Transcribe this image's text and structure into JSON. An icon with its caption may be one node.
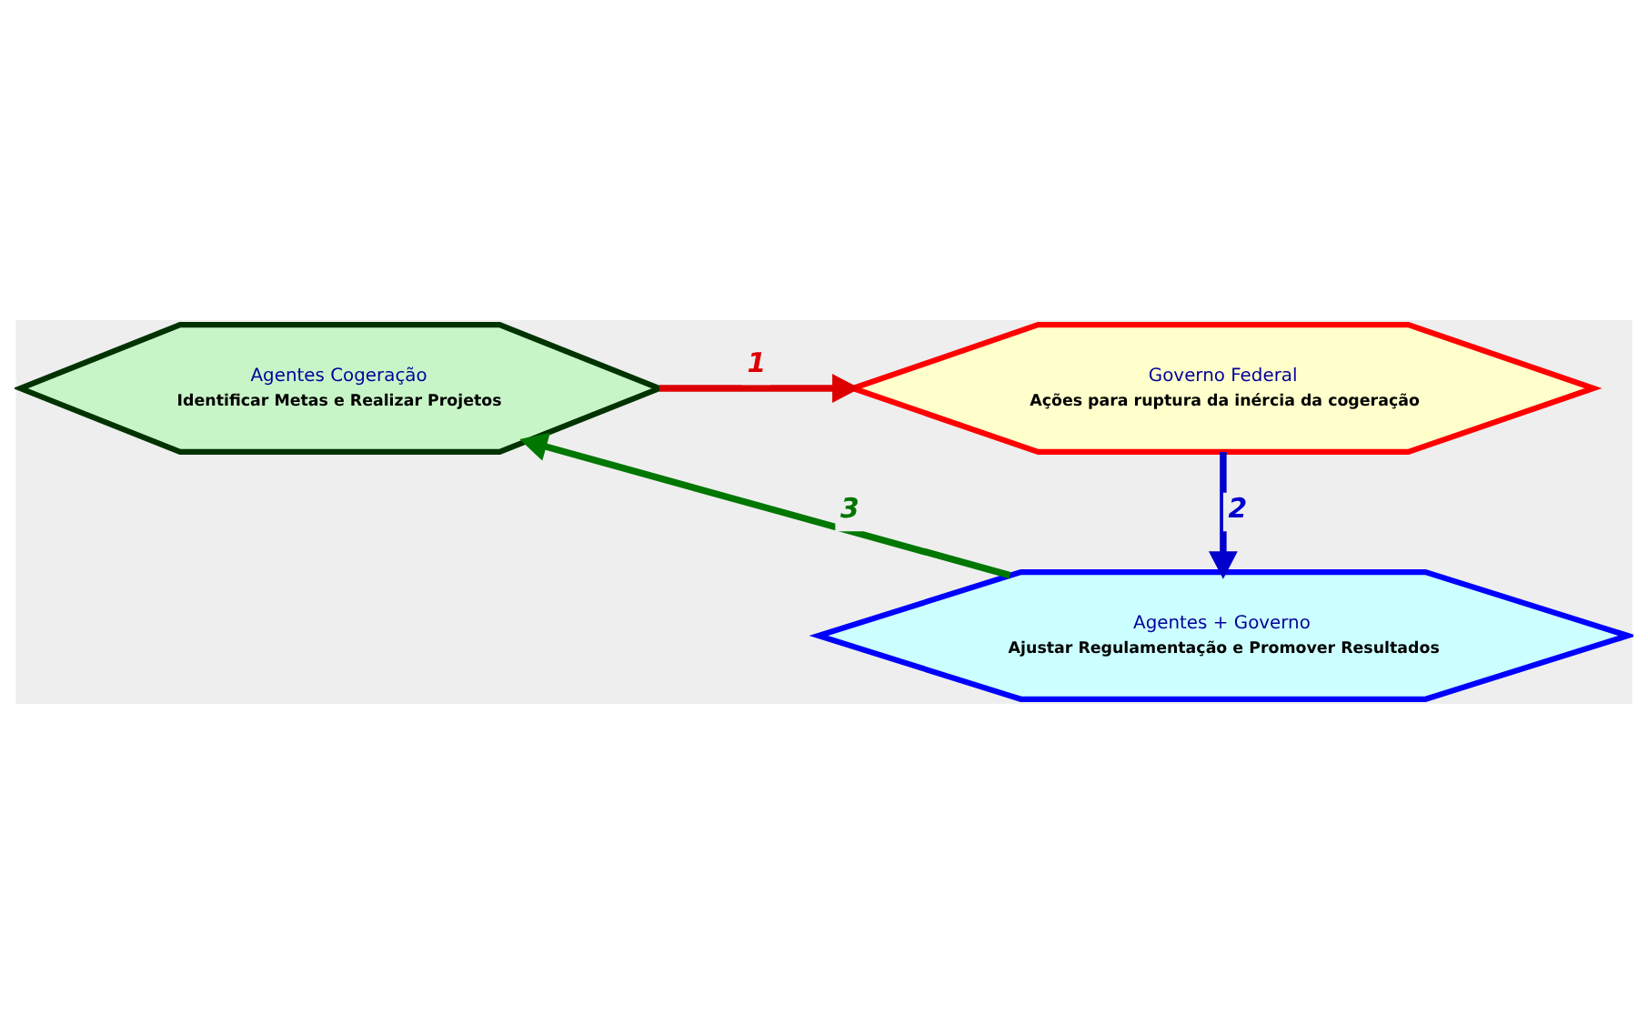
{
  "diagram": {
    "nodes": [
      {
        "text": [
          "Agentes Cogeração",
          "Identificar Metas e Realizar Projetos"
        ]
      },
      {
        "text": [
          "Governo Federal",
          "Ações para ruptura da inércia da cogeração"
        ]
      },
      {
        "text": [
          "Agentes + Governo",
          "Ajustar Regulamentação e Promover Resultados"
        ]
      }
    ],
    "edges": [
      {
        "from": 0,
        "to": 1,
        "arrow": "to",
        "label": "1",
        "color": "#dd0000"
      },
      {
        "from": 1,
        "to": 2,
        "arrow": "to",
        "label": "2",
        "color": "#0000cc"
      },
      {
        "from": 2,
        "to": 0,
        "arrow": "to",
        "label": "3",
        "color": "#007700"
      }
    ]
  }
}
